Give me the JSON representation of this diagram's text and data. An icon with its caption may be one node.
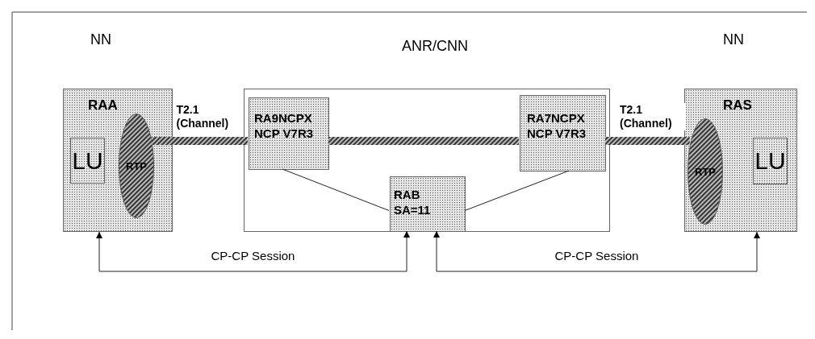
{
  "diagram": {
    "nodes": [
      {
        "text": [
          "NN",
          "RAA"
        ]
      },
      {
        "text": [
          "LU"
        ],
        "in": 0
      },
      {
        "text": [
          "RTP"
        ],
        "in": 0
      },
      {
        "text": [
          "ANR/CNN"
        ]
      },
      {
        "text": [
          "RA9NCPX NCP V7R3"
        ],
        "in": 3
      },
      {
        "text": [
          "RA7NCPX NCP V7R3"
        ],
        "in": 3
      },
      {
        "text": [
          "RAB SA=11"
        ],
        "in": 3
      },
      {
        "text": [
          "NN",
          "RAS"
        ]
      },
      {
        "text": [
          "RTP"
        ],
        "in": 7
      },
      {
        "text": [
          "LU"
        ],
        "in": 7
      }
    ],
    "edges": [
      {
        "from": 2,
        "to": 4,
        "arrow": "none",
        "label": "T2.1 (Channel)",
        "style": "thick"
      },
      {
        "from": 4,
        "to": 5,
        "arrow": "none",
        "style": "thick"
      },
      {
        "from": 5,
        "to": 8,
        "arrow": "none",
        "label": "T2.1 (Channel)",
        "style": "thick"
      },
      {
        "from": 4,
        "to": 6,
        "arrow": "none"
      },
      {
        "from": 5,
        "to": 6,
        "arrow": "none"
      },
      {
        "from": 0,
        "to": 6,
        "arrow": "both",
        "label": "CP-CP Session"
      },
      {
        "from": 6,
        "to": 7,
        "arrow": "both",
        "label": "CP-CP Session"
      }
    ]
  }
}
